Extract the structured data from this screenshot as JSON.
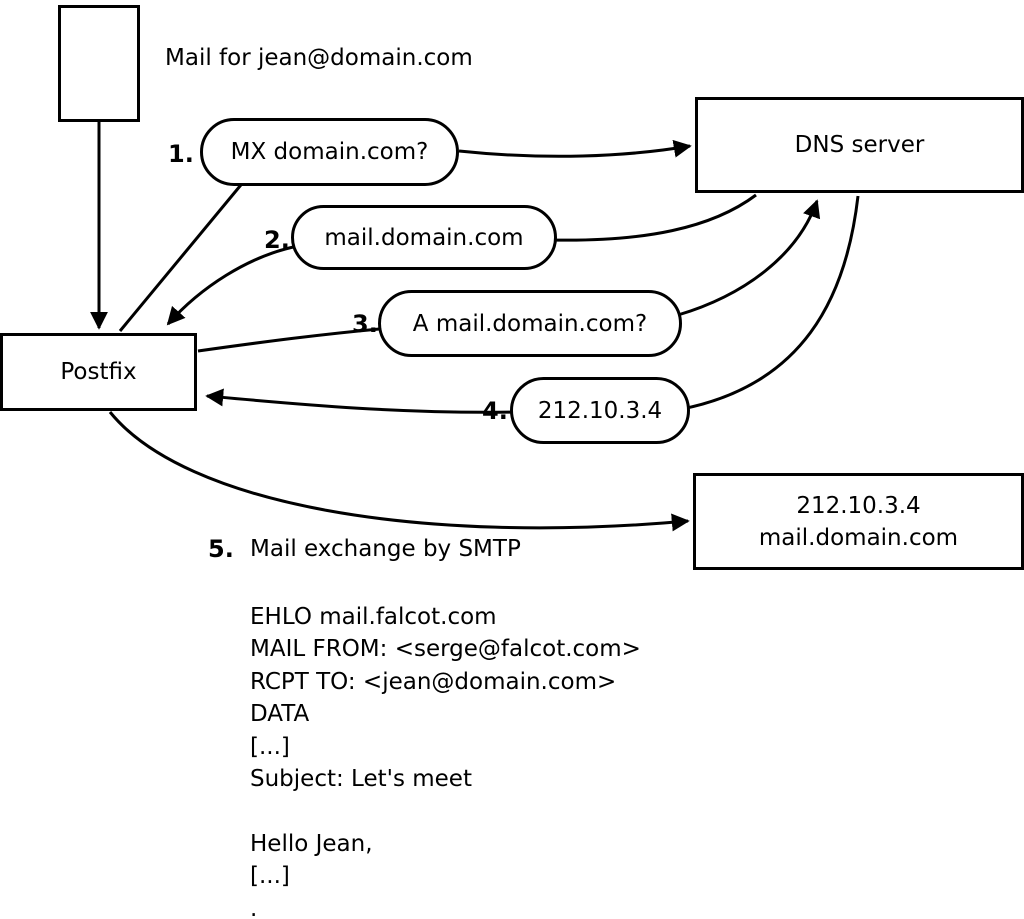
{
  "diagram": {
    "mail_note": "Mail for jean@domain.com",
    "nodes": {
      "postfix": "Postfix",
      "dns_server": "DNS server",
      "mail_server_line1": "212.10.3.4",
      "mail_server_line2": "mail.domain.com"
    },
    "steps": [
      {
        "num": "1.",
        "label": "MX domain.com?"
      },
      {
        "num": "2.",
        "label": "mail.domain.com"
      },
      {
        "num": "3.",
        "label": "A mail.domain.com?"
      },
      {
        "num": "4.",
        "label": "212.10.3.4"
      },
      {
        "num": "5.",
        "label": "Mail exchange by SMTP"
      }
    ],
    "smtp_session": [
      "EHLO mail.falcot.com",
      "MAIL FROM: <serge@falcot.com>",
      "RCPT TO: <jean@domain.com>",
      "DATA",
      "[...]",
      "Subject: Let's meet",
      "",
      "Hello Jean,",
      "[...]",
      "."
    ],
    "colors": {
      "ink": "#000000",
      "background": "#ffffff"
    }
  }
}
